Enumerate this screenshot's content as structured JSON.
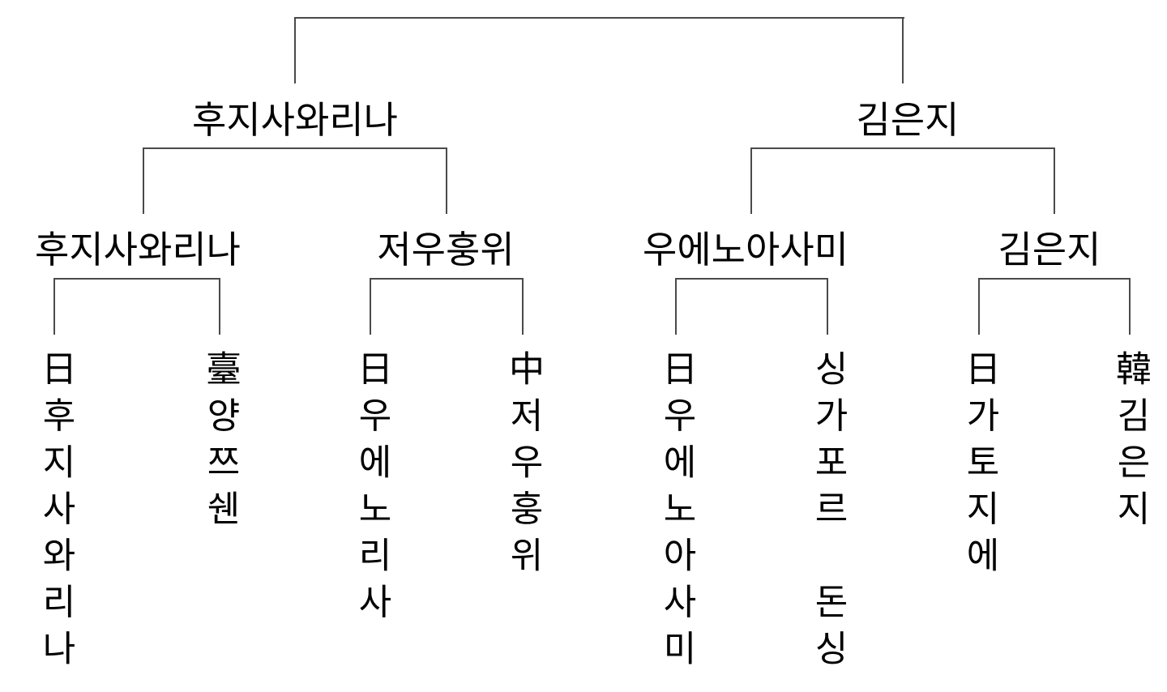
{
  "final": {
    "winner": ""
  },
  "semifinal": [
    {
      "label": "후지사와리나"
    },
    {
      "label": "김은지"
    }
  ],
  "quarterfinal": [
    {
      "label": "후지사와리나"
    },
    {
      "label": "저우훙위"
    },
    {
      "label": "우에노아사미"
    },
    {
      "label": "김은지"
    }
  ],
  "players": [
    {
      "name": "日후지사와리나"
    },
    {
      "name": "臺양쯔쉔"
    },
    {
      "name": "日우에노리사"
    },
    {
      "name": "中저우훙위"
    },
    {
      "name": "日우에노아사미"
    },
    {
      "name": "싱가포르　돈싱"
    },
    {
      "name": "日가토지에"
    },
    {
      "name": "韓김은지"
    }
  ]
}
